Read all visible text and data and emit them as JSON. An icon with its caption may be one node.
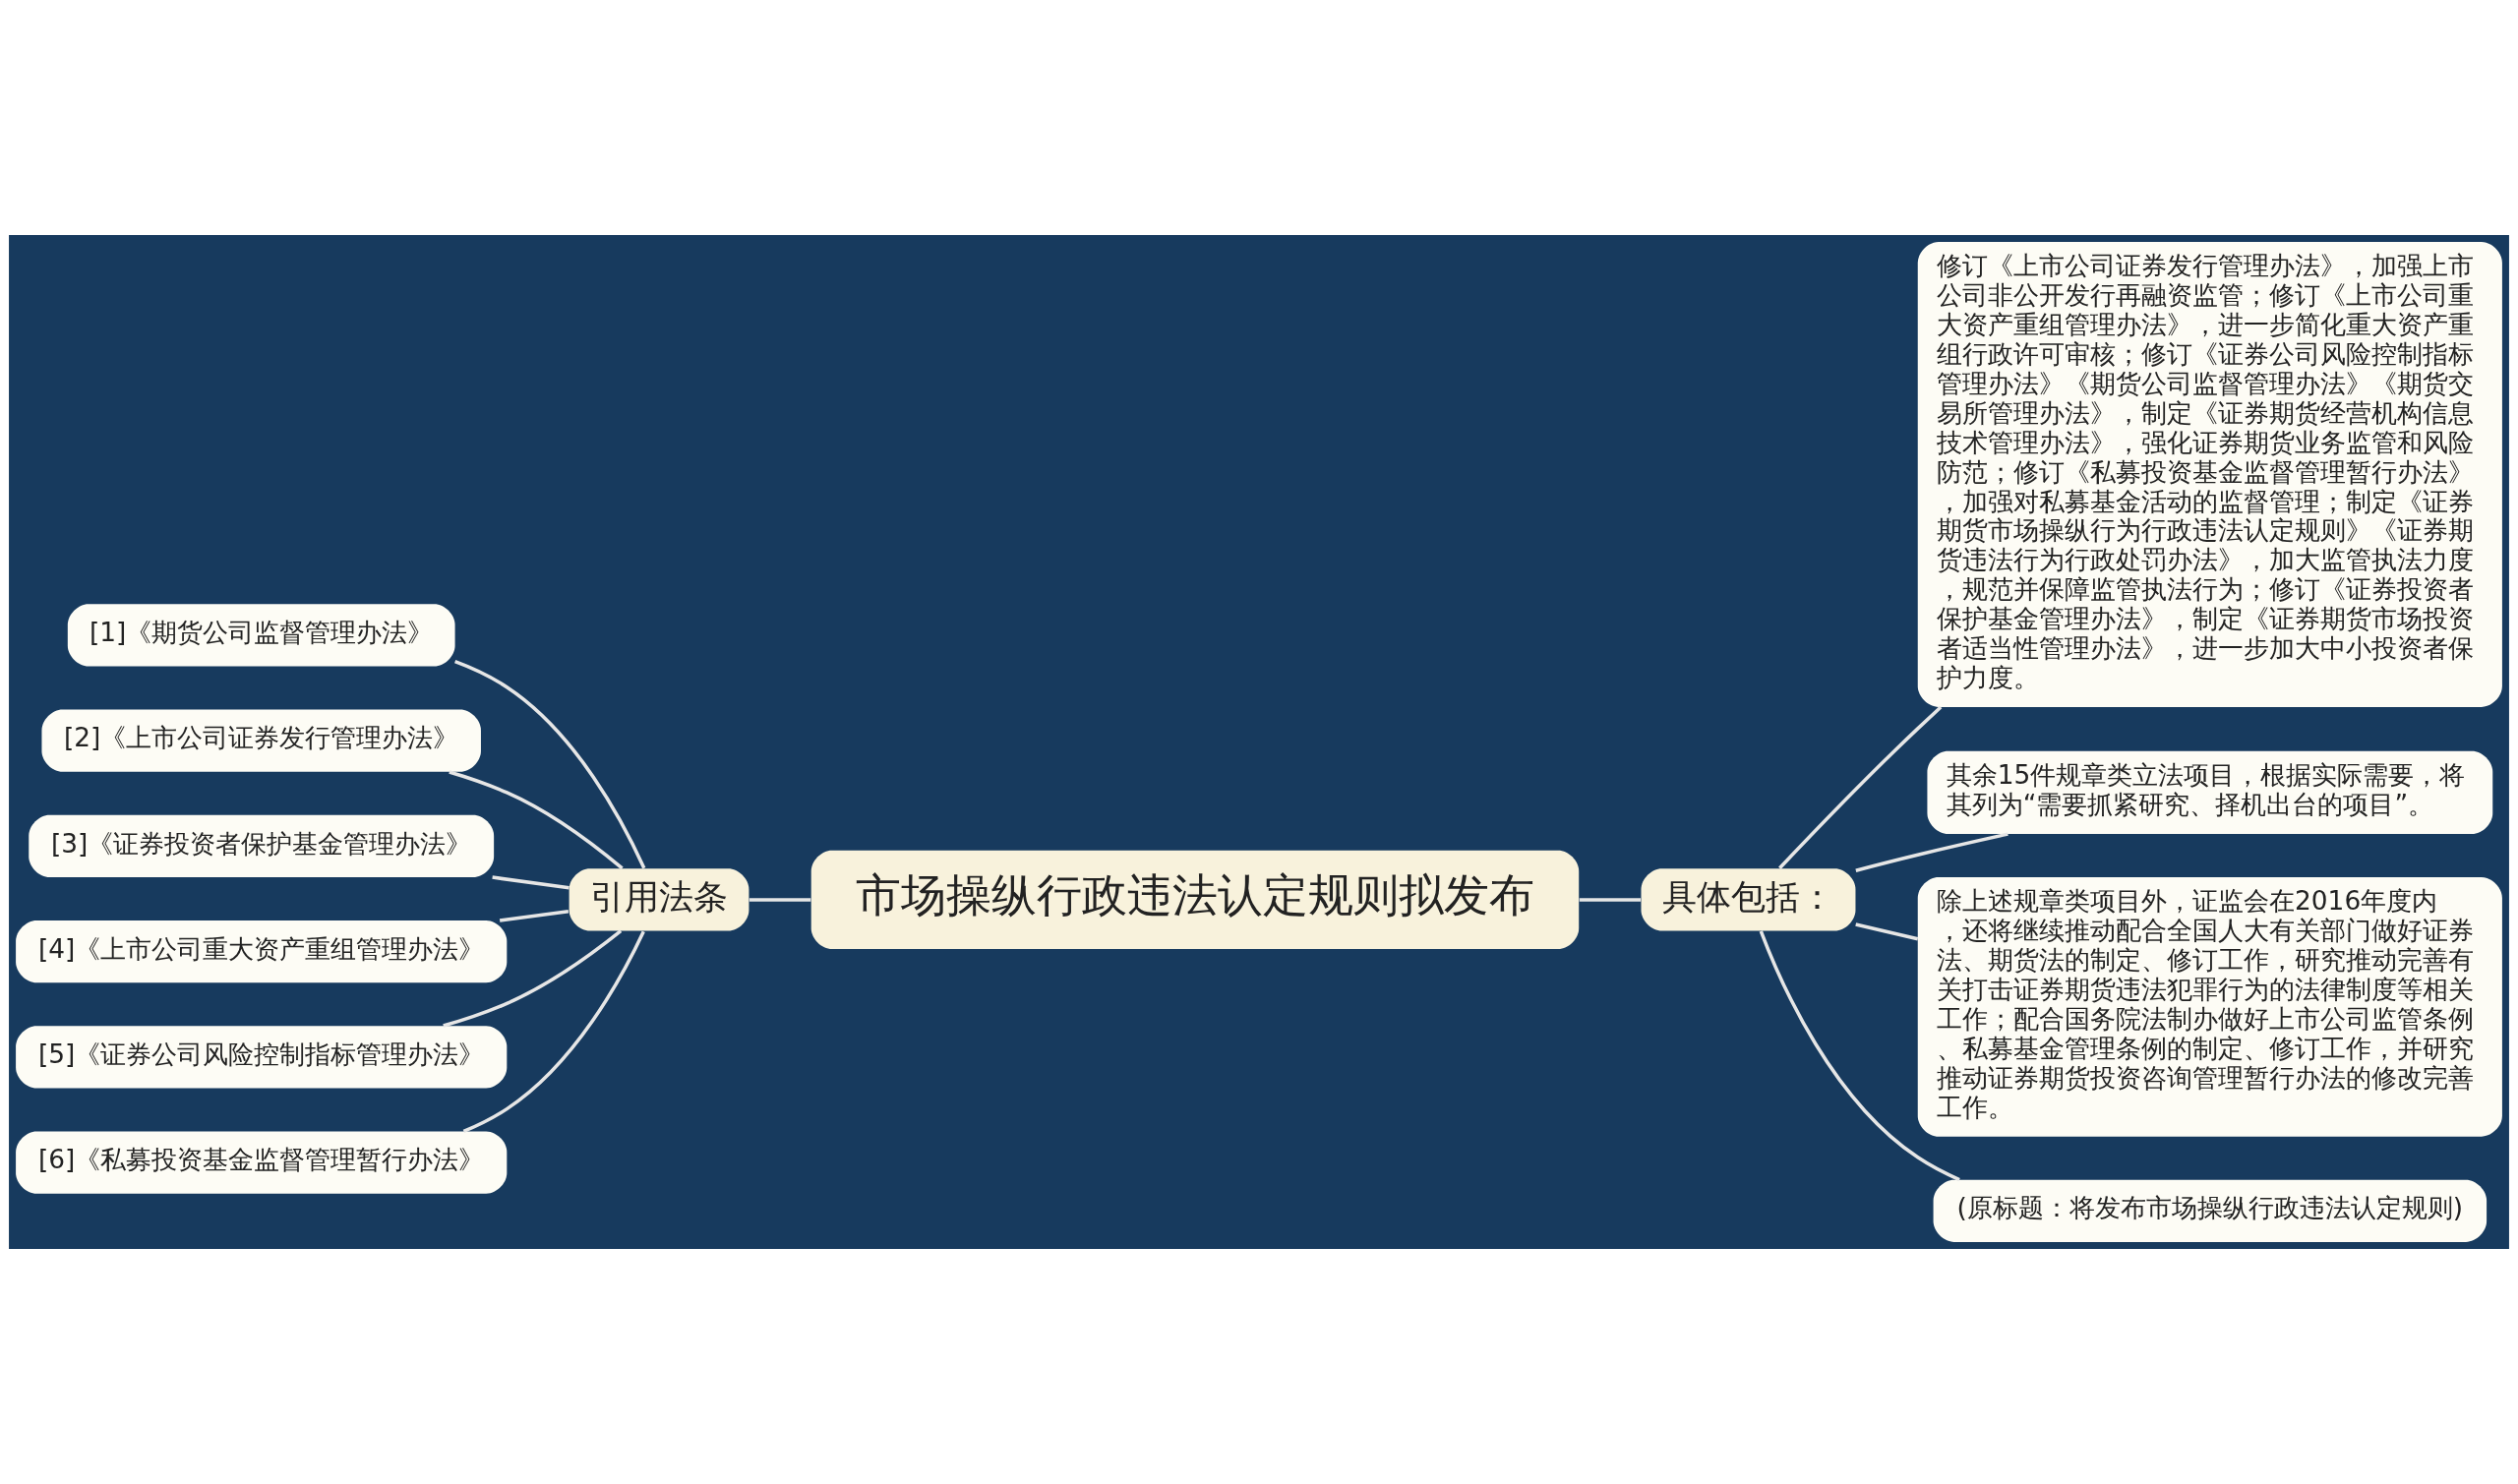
{
  "diagram": {
    "nodes": [
      {
        "text": [
          "市场操纵行政违法认定规则拟发布"
        ]
      },
      {
        "text": [
          "引用法条"
        ]
      },
      {
        "text": [
          "[1]《期货公司监督管理办法》"
        ]
      },
      {
        "text": [
          "[2]《上市公司证券发行管理办法》"
        ]
      },
      {
        "text": [
          "[3]《证券投资者保护基金管理办法》"
        ]
      },
      {
        "text": [
          "[4]《上市公司重大资产重组管理办法》"
        ]
      },
      {
        "text": [
          "[5]《证券公司风险控制指标管理办法》"
        ]
      },
      {
        "text": [
          "[6]《私募投资基金监督管理暂行办法》"
        ]
      },
      {
        "text": [
          "具体包括："
        ]
      },
      {
        "text": [
          "修订《上市公司证券发行管理办法》，加强上市公司非公开发行再融资监管；修订《上市公司重大资产重组管理办法》，进一步简化重大资产重组行政许可审核；修订《证券公司风险控制指标管理办法》《期货公司监督管理办法》《期货交易所管理办法》，制定《证券期货经营机构信息技术管理办法》，强化证券期货业务监管和风险防范；修订《私募投资基金监督管理暂行办法》，加强对私募基金活动的监督管理；制定《证券期货市场操纵行为行政违法认定规则》《证券期货违法行为行政处罚办法》，加大监管执法力度，规范并保障监管执法行为；修订《证券投资者保护基金管理办法》，制定《证券期货市场投资者适当性管理办法》，进一步加大中小投资者保护力度。"
        ]
      },
      {
        "text": [
          "其余15件规章类立法项目，根据实际需要，将其列为“需要抓紧研究、择机出台的项目”。"
        ]
      },
      {
        "text": [
          "除上述规章类项目外，证监会在2016年度内，还将继续推动配合全国人大有关部门做好证券法、期货法的制定、修订工作，研究推动完善有关打击证券期货违法犯罪行为的法律制度等相关工作；配合国务院法制办做好上市公司监管条例、私募基金管理条例的制定、修订工作，并研究推动证券期货投资咨询管理暂行办法的修改完善工作。"
        ]
      },
      {
        "text": [
          "(原标题：将发布市场操纵行政违法认定规则)"
        ]
      }
    ],
    "edges": [
      {
        "from": 1,
        "to": 0,
        "arrow": "none"
      },
      {
        "from": 2,
        "to": 1,
        "arrow": "none"
      },
      {
        "from": 3,
        "to": 1,
        "arrow": "none"
      },
      {
        "from": 4,
        "to": 1,
        "arrow": "none"
      },
      {
        "from": 5,
        "to": 1,
        "arrow": "none"
      },
      {
        "from": 6,
        "to": 1,
        "arrow": "none"
      },
      {
        "from": 7,
        "to": 1,
        "arrow": "none"
      },
      {
        "from": 0,
        "to": 8,
        "arrow": "none"
      },
      {
        "from": 8,
        "to": 9,
        "arrow": "none"
      },
      {
        "from": 8,
        "to": 10,
        "arrow": "none"
      },
      {
        "from": 8,
        "to": 11,
        "arrow": "none"
      },
      {
        "from": 8,
        "to": 12,
        "arrow": "none"
      }
    ]
  }
}
